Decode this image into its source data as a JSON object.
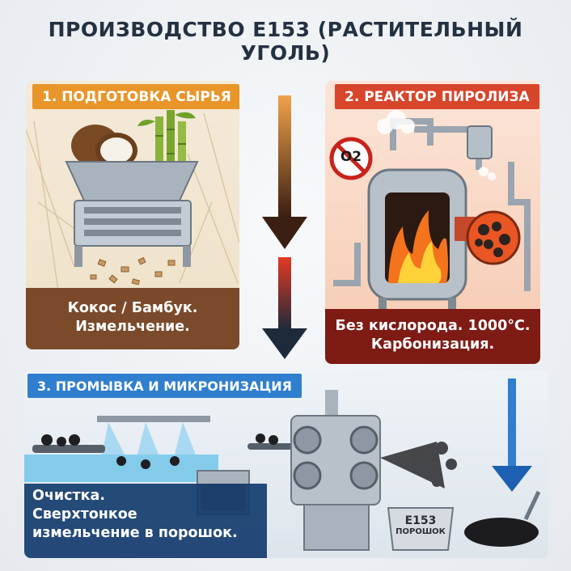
{
  "title": "ПРОИЗВОДСТВО E153 (РАСТИТЕЛЬНЫЙ УГОЛЬ)",
  "steps": [
    {
      "label": "1. ПОДГОТОВКА СЫРЬЯ",
      "caption_line1": "Кокос / Бамбук.",
      "caption_line2": "Измельчение.",
      "color": "#e8952a"
    },
    {
      "label": "2. РЕАКТОР ПИРОЛИЗА",
      "caption_line1": "Без кислорода. 1000°С.",
      "caption_line2": "Карбонизация.",
      "color": "#d7452a"
    },
    {
      "label": "3. ПРОМЫВКА И МИКРОНИЗАЦИЯ",
      "caption_line1": "Очистка.",
      "caption_line2": "Сверхтонкое",
      "caption_line3": "измельчение в порошок.",
      "color": "#2f7fce"
    }
  ],
  "no_oxygen_sign": "O2",
  "bin_label_line1": "E153",
  "bin_label_line2": "ПОРОШОК",
  "icons": [
    "coconut-icon",
    "bamboo-icon",
    "shredder-icon",
    "reactor-icon",
    "fire-icon",
    "no-oxygen-icon",
    "washing-conveyor-icon",
    "micronizer-mill-icon",
    "powder-pile-icon",
    "flow-arrow-icon"
  ]
}
